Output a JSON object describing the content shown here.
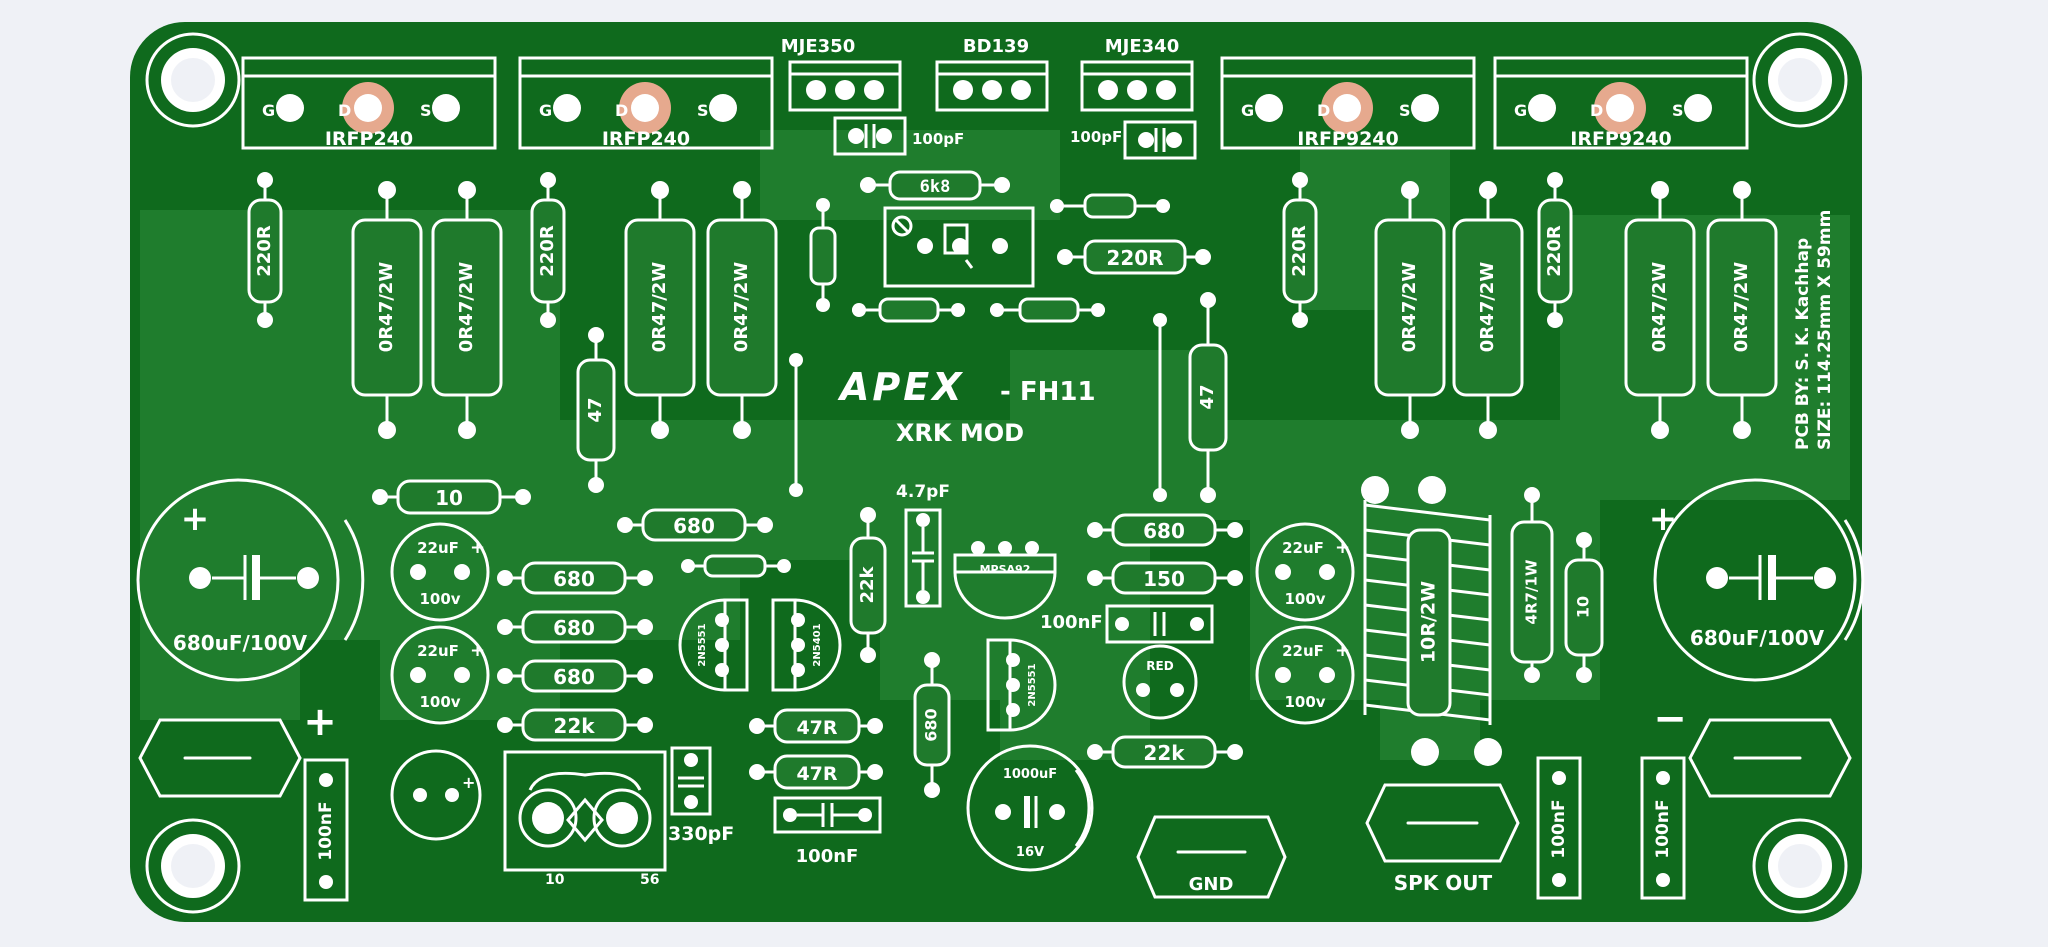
{
  "board": {
    "title": "APEX - FH11",
    "brand": "APEX",
    "model": "- FH11",
    "subtitle": "XRK MOD",
    "credit": "PCB BY: S. K. Kachhap",
    "size": "SIZE: 114.25mm X 59mm"
  },
  "colors": {
    "background": "#eff1f6",
    "board": "#0f6a1d",
    "copper_pour": "#1f7d2d",
    "silkscreen": "#ffffff",
    "pad_copper": "#e6a98e"
  },
  "labels": {
    "transistors_power": [
      "IRFP240",
      "IRFP240",
      "IRFP9240",
      "IRFP9240"
    ],
    "pin_g": "G",
    "pin_d": "D",
    "pin_s": "S",
    "driver_1": "MJE350",
    "driver_2": "BD139",
    "driver_3": "MJE340",
    "cap_100pf": "100pF",
    "r_6k8": "6k8",
    "r_220": "220R",
    "r_047": "0R47/2W",
    "r_47": "47",
    "r_10": "10",
    "r_680": "680",
    "r_150": "150",
    "r_22k": "22k",
    "r_47r": "47R",
    "r_4r7": "4R7/1W",
    "r_10r": "10R/2W",
    "cap_47pf": "4.7pF",
    "cap_100nf": "100nF",
    "cap_330pf": "330pF",
    "cap_22uf": "22uF",
    "cap_100v": "100v",
    "cap_main": "680uF/100V",
    "cap_1000uf": "1000uF",
    "cap_16v": "16V",
    "tr_mpsa92": "MPSA92",
    "tr_small": "2N5551",
    "tr_small2": "2N5401",
    "led": "RED",
    "plus": "+",
    "minus": "−",
    "gnd": "GND",
    "spk_out": "SPK OUT",
    "input_10": "10",
    "input_56": "56"
  }
}
